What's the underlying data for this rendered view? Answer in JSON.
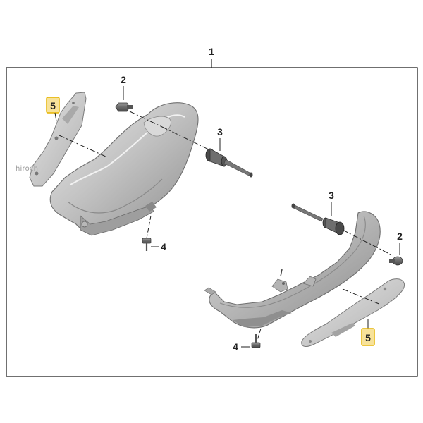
{
  "diagram": {
    "group_label": "1",
    "callouts": {
      "bolt_upper": "2",
      "rubber_mount_upper": "3",
      "screw_upper": "4",
      "bracket_upper": "5",
      "rubber_mount_lower": "3",
      "bolt_lower": "2",
      "screw_lower": "4",
      "bracket_lower": "5"
    },
    "highlighted_callouts": [
      "5"
    ],
    "colors": {
      "frame": "#222222",
      "part_fill": "#c9c9c9",
      "part_dark": "#9a9a9a",
      "highlight_fill": "#f7e29a",
      "highlight_stroke": "#e6b400"
    }
  },
  "watermark": "hirochi"
}
